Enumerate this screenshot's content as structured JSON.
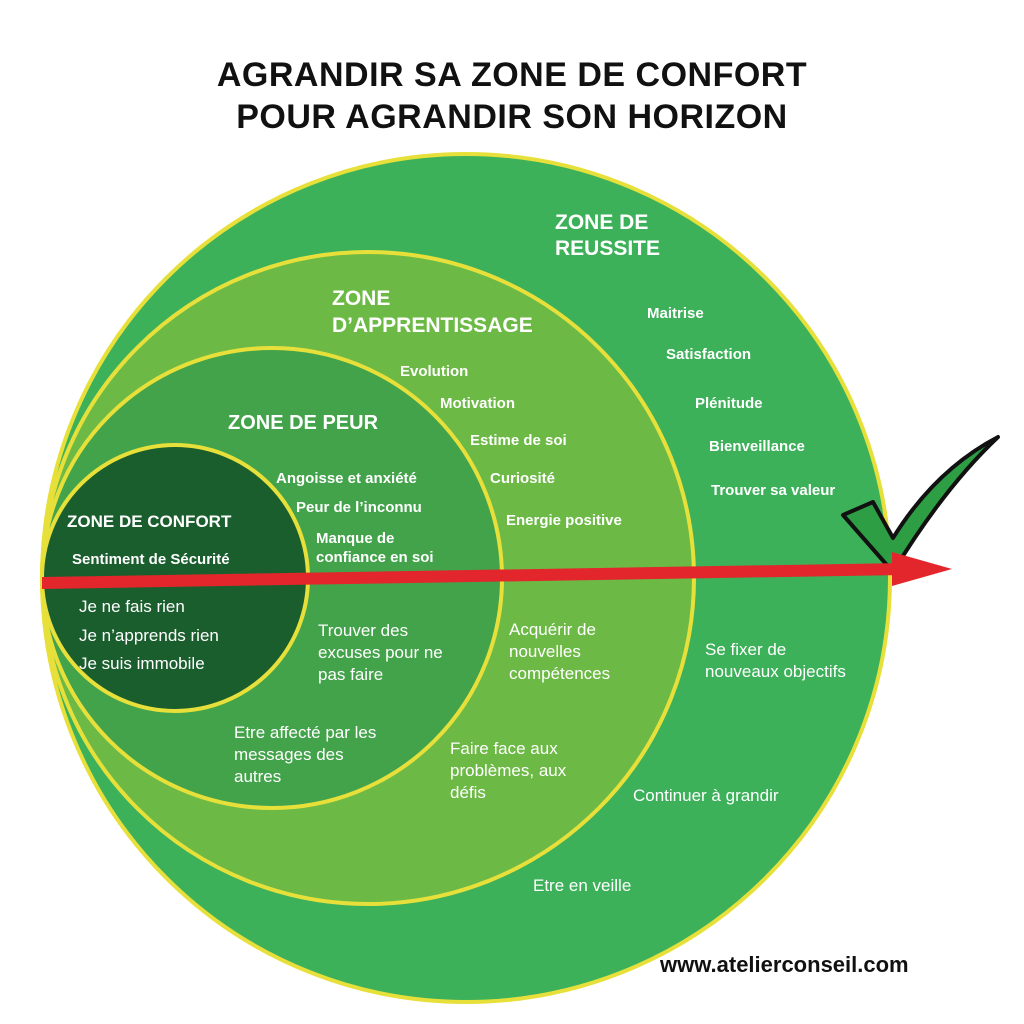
{
  "title": {
    "line1": "AGRANDIR SA ZONE DE CONFORT",
    "line2": "POUR AGRANDIR SON HORIZON"
  },
  "colors": {
    "reussite": "#3db15a",
    "apprentissage": "#6cba45",
    "peur": "#43a34a",
    "confort": "#1b5e2e",
    "border": "#e8e03a",
    "arrow": "#e3262b",
    "check": "#2e9e44"
  },
  "icons": [
    "check-icon",
    "arrow-right-icon"
  ],
  "zones": {
    "reussite": {
      "title1": "ZONE DE",
      "title2": "REUSSITE",
      "upper": [
        "Maitrise",
        "Satisfaction",
        "Plénitude",
        "Bienveillance",
        "Trouver sa valeur"
      ],
      "lower1": "Se fixer de",
      "lower2": "nouveaux objectifs",
      "lower3": "Continuer à grandir",
      "lower4": "Etre en veille"
    },
    "apprentissage": {
      "title1": "ZONE",
      "title2": "D’APPRENTISSAGE",
      "upper": [
        "Evolution",
        "Motivation",
        "Estime de soi",
        "Curiosité",
        "Energie positive"
      ],
      "lower": [
        "Acquérir de",
        "nouvelles",
        "compétences",
        "Faire face aux",
        "problèmes, aux",
        "défis"
      ]
    },
    "peur": {
      "title": "ZONE DE PEUR",
      "upper": [
        "Angoisse et anxiété",
        "Peur de l’inconnu",
        "Manque de",
        "confiance en soi"
      ],
      "lower": [
        "Trouver des",
        "excuses pour ne",
        "pas faire",
        "Etre affecté par les",
        "messages des",
        "autres"
      ]
    },
    "confort": {
      "title": "ZONE DE CONFORT",
      "upper": "Sentiment de Sécurité",
      "lower": [
        "Je ne fais rien",
        "Je n’apprends rien",
        "Je suis immobile"
      ]
    }
  },
  "website": "www.atelierconseil.com"
}
